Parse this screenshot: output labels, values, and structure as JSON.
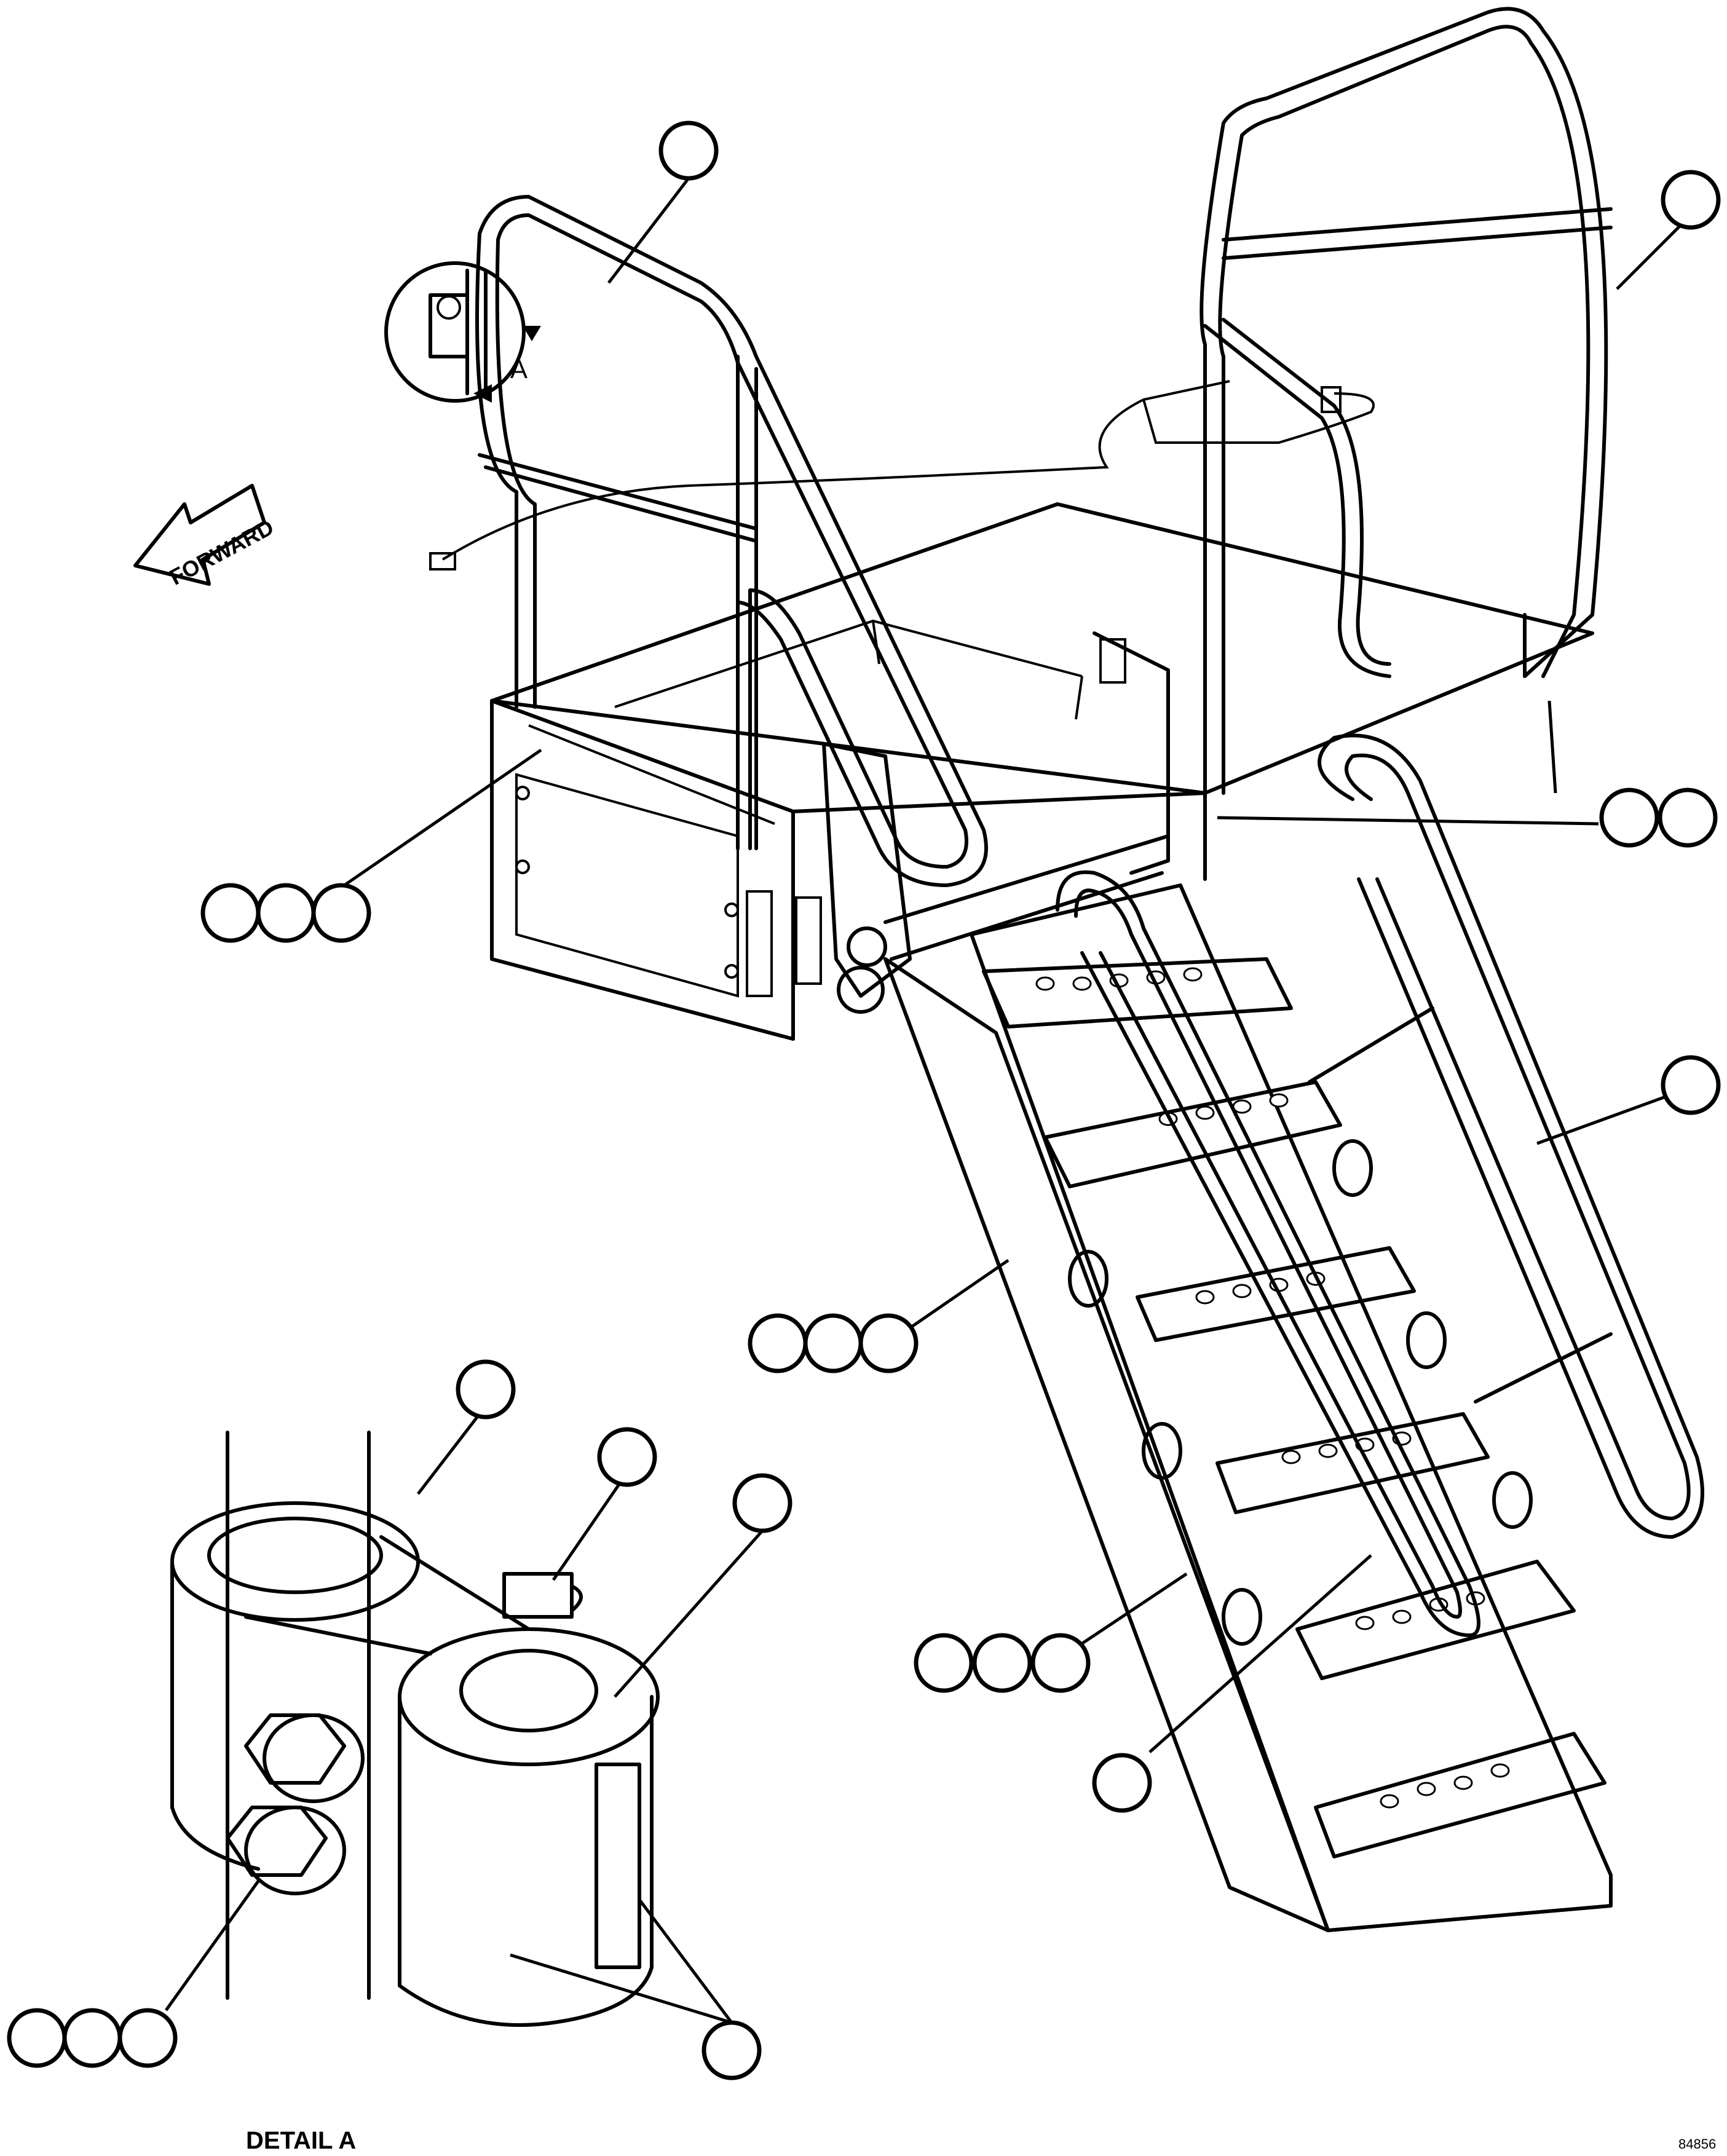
{
  "labels": {
    "forward": "FORWARD",
    "detail_marker": "A",
    "detail_caption": "DETAIL A",
    "drawing_code": "84856"
  },
  "balloons": [
    {
      "id": "balloon-platform-left-rail",
      "text": ""
    },
    {
      "id": "balloon-platform-right-rail",
      "text": ""
    },
    {
      "id": "balloon-left-hardware-a",
      "text": ""
    },
    {
      "id": "balloon-left-hardware-b",
      "text": ""
    },
    {
      "id": "balloon-left-hardware-c",
      "text": ""
    },
    {
      "id": "balloon-right-hardware-a",
      "text": ""
    },
    {
      "id": "balloon-right-hardware-b",
      "text": ""
    },
    {
      "id": "balloon-ladder-rail",
      "text": ""
    },
    {
      "id": "balloon-ladder-hardware-upper-a",
      "text": ""
    },
    {
      "id": "balloon-ladder-hardware-upper-b",
      "text": ""
    },
    {
      "id": "balloon-ladder-hardware-upper-c",
      "text": ""
    },
    {
      "id": "balloon-ladder-hardware-lower-a",
      "text": ""
    },
    {
      "id": "balloon-ladder-hardware-lower-b",
      "text": ""
    },
    {
      "id": "balloon-ladder-hardware-lower-c",
      "text": ""
    },
    {
      "id": "balloon-ladder-inner-rail",
      "text": ""
    },
    {
      "id": "balloon-clamp-left",
      "text": ""
    },
    {
      "id": "balloon-clamp-bolt",
      "text": ""
    },
    {
      "id": "balloon-clamp-right",
      "text": ""
    },
    {
      "id": "balloon-detail-hardware-a",
      "text": ""
    },
    {
      "id": "balloon-detail-hardware-b",
      "text": ""
    },
    {
      "id": "balloon-detail-hardware-c",
      "text": ""
    },
    {
      "id": "balloon-clamp-body",
      "text": ""
    }
  ]
}
